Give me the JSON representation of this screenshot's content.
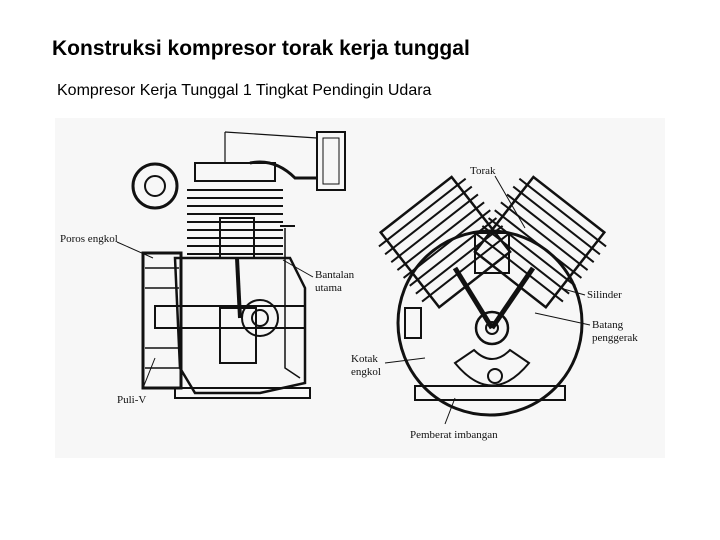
{
  "slide": {
    "title": "Konstruksi kompresor torak kerja tunggal",
    "subtitle": "Kompresor Kerja Tunggal 1 Tingkat Pendingin Udara"
  },
  "diagram": {
    "labels": {
      "poros_engkol": "Poros engkol",
      "bantalan_utama_1": "Bantalan",
      "bantalan_utama_2": "utama",
      "puli_v": "Puli-V",
      "torak": "Torak",
      "silinder": "Silinder",
      "batang_penggerak_1": "Batang",
      "batang_penggerak_2": "penggerak",
      "kotak_engkol_1": "Kotak",
      "kotak_engkol_2": "engkol",
      "pemberat_imbangan": "Pemberat imbangan"
    }
  }
}
